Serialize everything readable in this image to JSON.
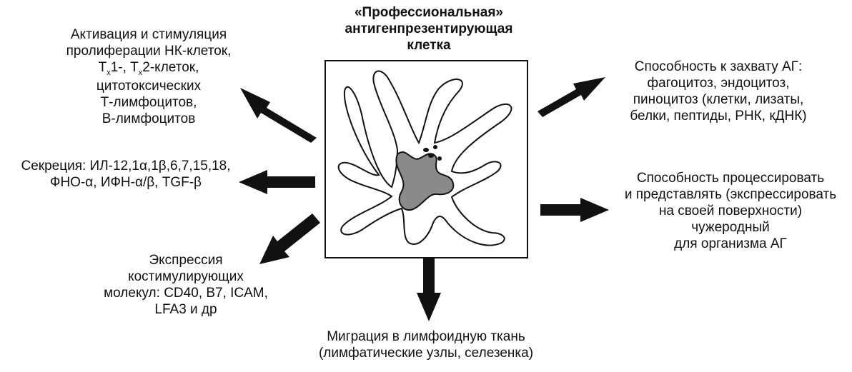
{
  "title": [
    "«Профессиональная»",
    "антигенпрезентирующая",
    "клетка"
  ],
  "activation": {
    "line1": "Активация и стимуляция",
    "line2": "пролиферации НК-клеток,",
    "t1_pre": "Т",
    "t1_sub": "х",
    "t1_mid": "1-, Т",
    "t2_sub": "х",
    "t2_post": "2-клеток,",
    "line4": "цитотоксических",
    "line5": "Т-лимфоцитов,",
    "line6": "В-лимфоцитов"
  },
  "secretion": [
    "Секреция: ИЛ-12,1α,1β,6,7,15,18,",
    "ФНО-α, ИФН-α/β, TGF-β"
  ],
  "expression": [
    "Экспрессия",
    "костимулирующих",
    "молекул: CD40, B7, ICAM,",
    "LFA3 и др"
  ],
  "migration": [
    "Миграция в лимфоидную ткань",
    "(лимфатические узлы, селезенка)"
  ],
  "capture": [
    "Способность к захвату АГ:",
    "фагоцитоз, эндоцитоз,",
    "пиноцитоз (клетки, лизаты,",
    "белки, пептиды, РНК, кДНК)"
  ],
  "processing": [
    "Способность процессировать",
    "и представлять (экспрессировать",
    "на своей поверхности)",
    "чужеродный",
    "для организма АГ"
  ]
}
